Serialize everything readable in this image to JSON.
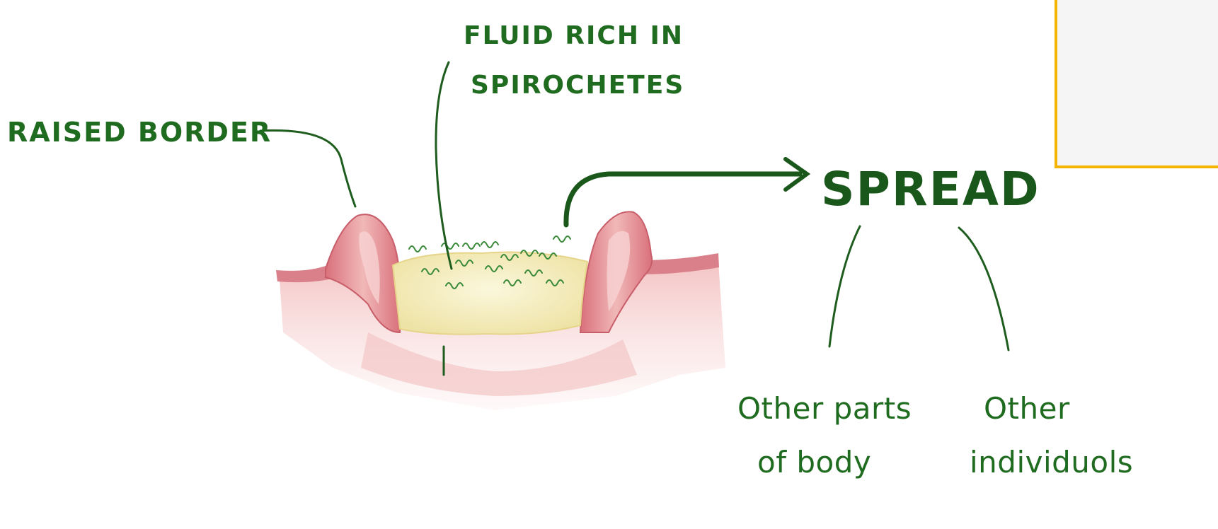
{
  "labels": {
    "raised_border": "RAISED BORDER",
    "fluid_line1": "FLUID RICH IN",
    "fluid_line2": "SPIROCHETES",
    "spread": "SPREAD",
    "other_parts_line1": "Other parts",
    "other_parts_line2": "of body",
    "other_individuals_line1": "Other",
    "other_individuals_line2": "individuols"
  },
  "colors": {
    "ink_green": "#1f6b1f",
    "callout_border": "#f4b400",
    "callout_fill": "#f5f5f5",
    "skin_pink": "#e89a9a",
    "fluid_cream": "#f5efc4"
  }
}
